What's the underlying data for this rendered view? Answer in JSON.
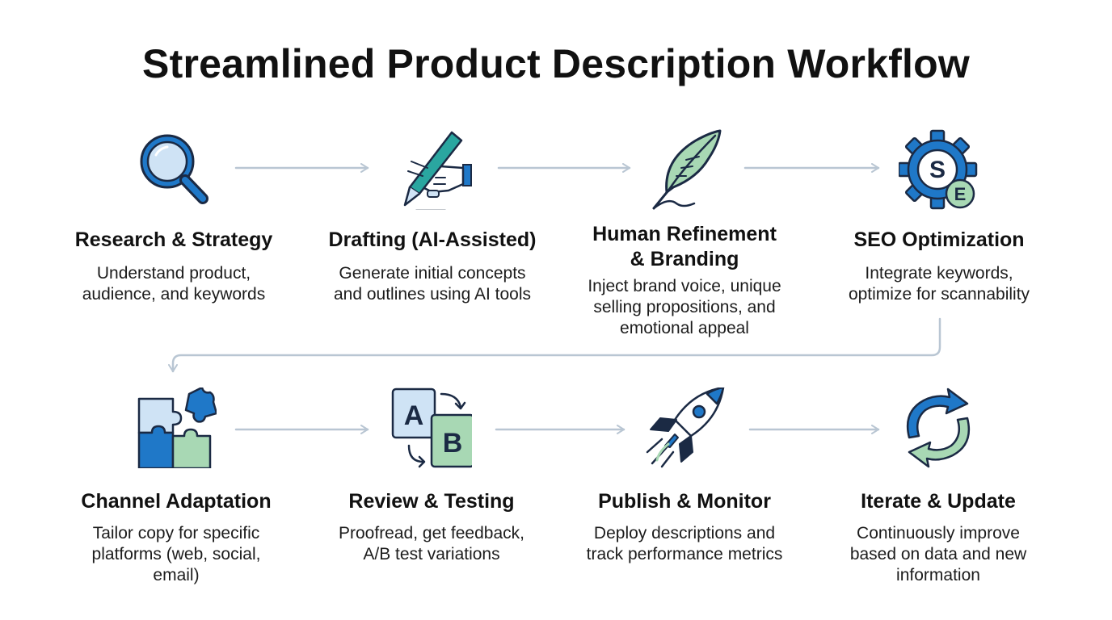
{
  "title": "Streamlined Product Description Workflow",
  "steps": [
    {
      "icon": "magnifying-glass-icon",
      "title": "Research & Strategy",
      "desc": [
        "Understand product,",
        "audience, and keywords"
      ]
    },
    {
      "icon": "robot-hand-pen-icon",
      "title": "Drafting (AI-Assisted)",
      "desc": [
        "Generate initial concepts",
        "and outlines using AI tools"
      ]
    },
    {
      "icon": "feather-quill-icon",
      "title": [
        "Human Refinement",
        "& Branding"
      ],
      "desc": [
        "Inject brand voice, unique",
        "selling propositions, and",
        "emotional appeal"
      ]
    },
    {
      "icon": "seo-gear-icon",
      "title": "SEO Optimization",
      "desc": [
        "Integrate keywords,",
        "optimize for scannability"
      ]
    },
    {
      "icon": "puzzle-pieces-icon",
      "title": "Channel Adaptation",
      "desc": [
        "Tailor copy for specific",
        "platforms (web, social,",
        "email)"
      ]
    },
    {
      "icon": "ab-test-icon",
      "title": "Review & Testing",
      "desc": [
        "Proofread, get feedback,",
        "A/B test variations"
      ]
    },
    {
      "icon": "rocket-icon",
      "title": "Publish & Monitor",
      "desc": [
        "Deploy descriptions and",
        "track performance metrics"
      ]
    },
    {
      "icon": "refresh-cycle-icon",
      "title": "Iterate & Update",
      "desc": [
        "Continuously improve",
        "based on data and new",
        "information"
      ]
    }
  ],
  "icon_text": {
    "seo_s": "S",
    "seo_e": "E",
    "ab_a": "A",
    "ab_b": "B"
  },
  "colors": {
    "primary_blue": "#1f78c8",
    "dark_navy": "#1b2a44",
    "light_blue": "#cfe3f5",
    "teal": "#2aa6a0",
    "mint": "#a8d8b4",
    "arrow_gray": "#b9c6d3"
  }
}
